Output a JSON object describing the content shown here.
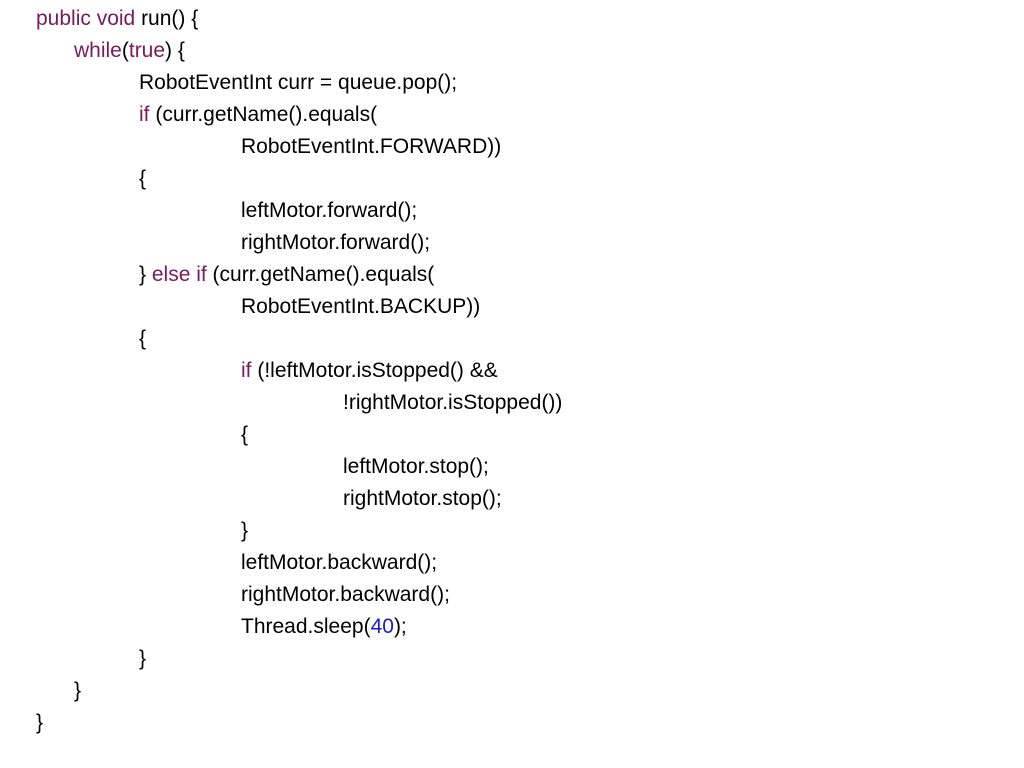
{
  "slide": {
    "colors": {
      "text": "#000000",
      "keyword": "#7a1a5e",
      "number": "#1a1acc",
      "background": "#ffffff"
    },
    "code_lines": [
      {
        "indent": 0,
        "tokens": [
          {
            "t": "public void",
            "k": "kw"
          },
          {
            "t": " run() {"
          }
        ]
      },
      {
        "indent": 1,
        "tokens": [
          {
            "t": "while",
            "k": "kw"
          },
          {
            "t": "("
          },
          {
            "t": "true",
            "k": "kw"
          },
          {
            "t": ") {"
          }
        ]
      },
      {
        "indent": 2,
        "tokens": [
          {
            "t": "RobotEventInt curr = queue.pop();"
          }
        ]
      },
      {
        "indent": 2,
        "tokens": [
          {
            "t": "if",
            "k": "kw"
          },
          {
            "t": " (curr.getName().equals("
          }
        ]
      },
      {
        "indent": 3,
        "tokens": [
          {
            "t": "RobotEventInt.FORWARD))"
          }
        ]
      },
      {
        "indent": 2,
        "tokens": [
          {
            "t": "{"
          }
        ]
      },
      {
        "indent": 3,
        "tokens": [
          {
            "t": "leftMotor.forward();"
          }
        ]
      },
      {
        "indent": 3,
        "tokens": [
          {
            "t": "rightMotor.forward();"
          }
        ]
      },
      {
        "indent": 2,
        "tokens": [
          {
            "t": "} "
          },
          {
            "t": "else if",
            "k": "kw"
          },
          {
            "t": " (curr.getName().equals("
          }
        ]
      },
      {
        "indent": 3,
        "tokens": [
          {
            "t": "RobotEventInt.BACKUP))"
          }
        ]
      },
      {
        "indent": 2,
        "tokens": [
          {
            "t": "{"
          }
        ]
      },
      {
        "indent": 3,
        "tokens": [
          {
            "t": "if",
            "k": "kw"
          },
          {
            "t": " (!leftMotor.isStopped() &&"
          }
        ]
      },
      {
        "indent": 4,
        "tokens": [
          {
            "t": "!rightMotor.isStopped())"
          }
        ]
      },
      {
        "indent": 3,
        "tokens": [
          {
            "t": "{"
          }
        ]
      },
      {
        "indent": 4,
        "tokens": [
          {
            "t": "leftMotor.stop();"
          }
        ]
      },
      {
        "indent": 4,
        "tokens": [
          {
            "t": "rightMotor.stop();"
          }
        ]
      },
      {
        "indent": 3,
        "tokens": [
          {
            "t": "}"
          }
        ]
      },
      {
        "indent": 3,
        "tokens": [
          {
            "t": "leftMotor.backward();"
          }
        ]
      },
      {
        "indent": 3,
        "tokens": [
          {
            "t": "rightMotor.backward();"
          }
        ]
      },
      {
        "indent": 3,
        "tokens": [
          {
            "t": "Thread.sleep("
          },
          {
            "t": "40",
            "k": "num"
          },
          {
            "t": ");"
          }
        ]
      },
      {
        "indent": 2,
        "tokens": [
          {
            "t": "}"
          }
        ]
      },
      {
        "indent": 1,
        "tokens": [
          {
            "t": "}"
          }
        ]
      },
      {
        "indent": 0,
        "tokens": [
          {
            "t": "}"
          }
        ]
      }
    ]
  }
}
